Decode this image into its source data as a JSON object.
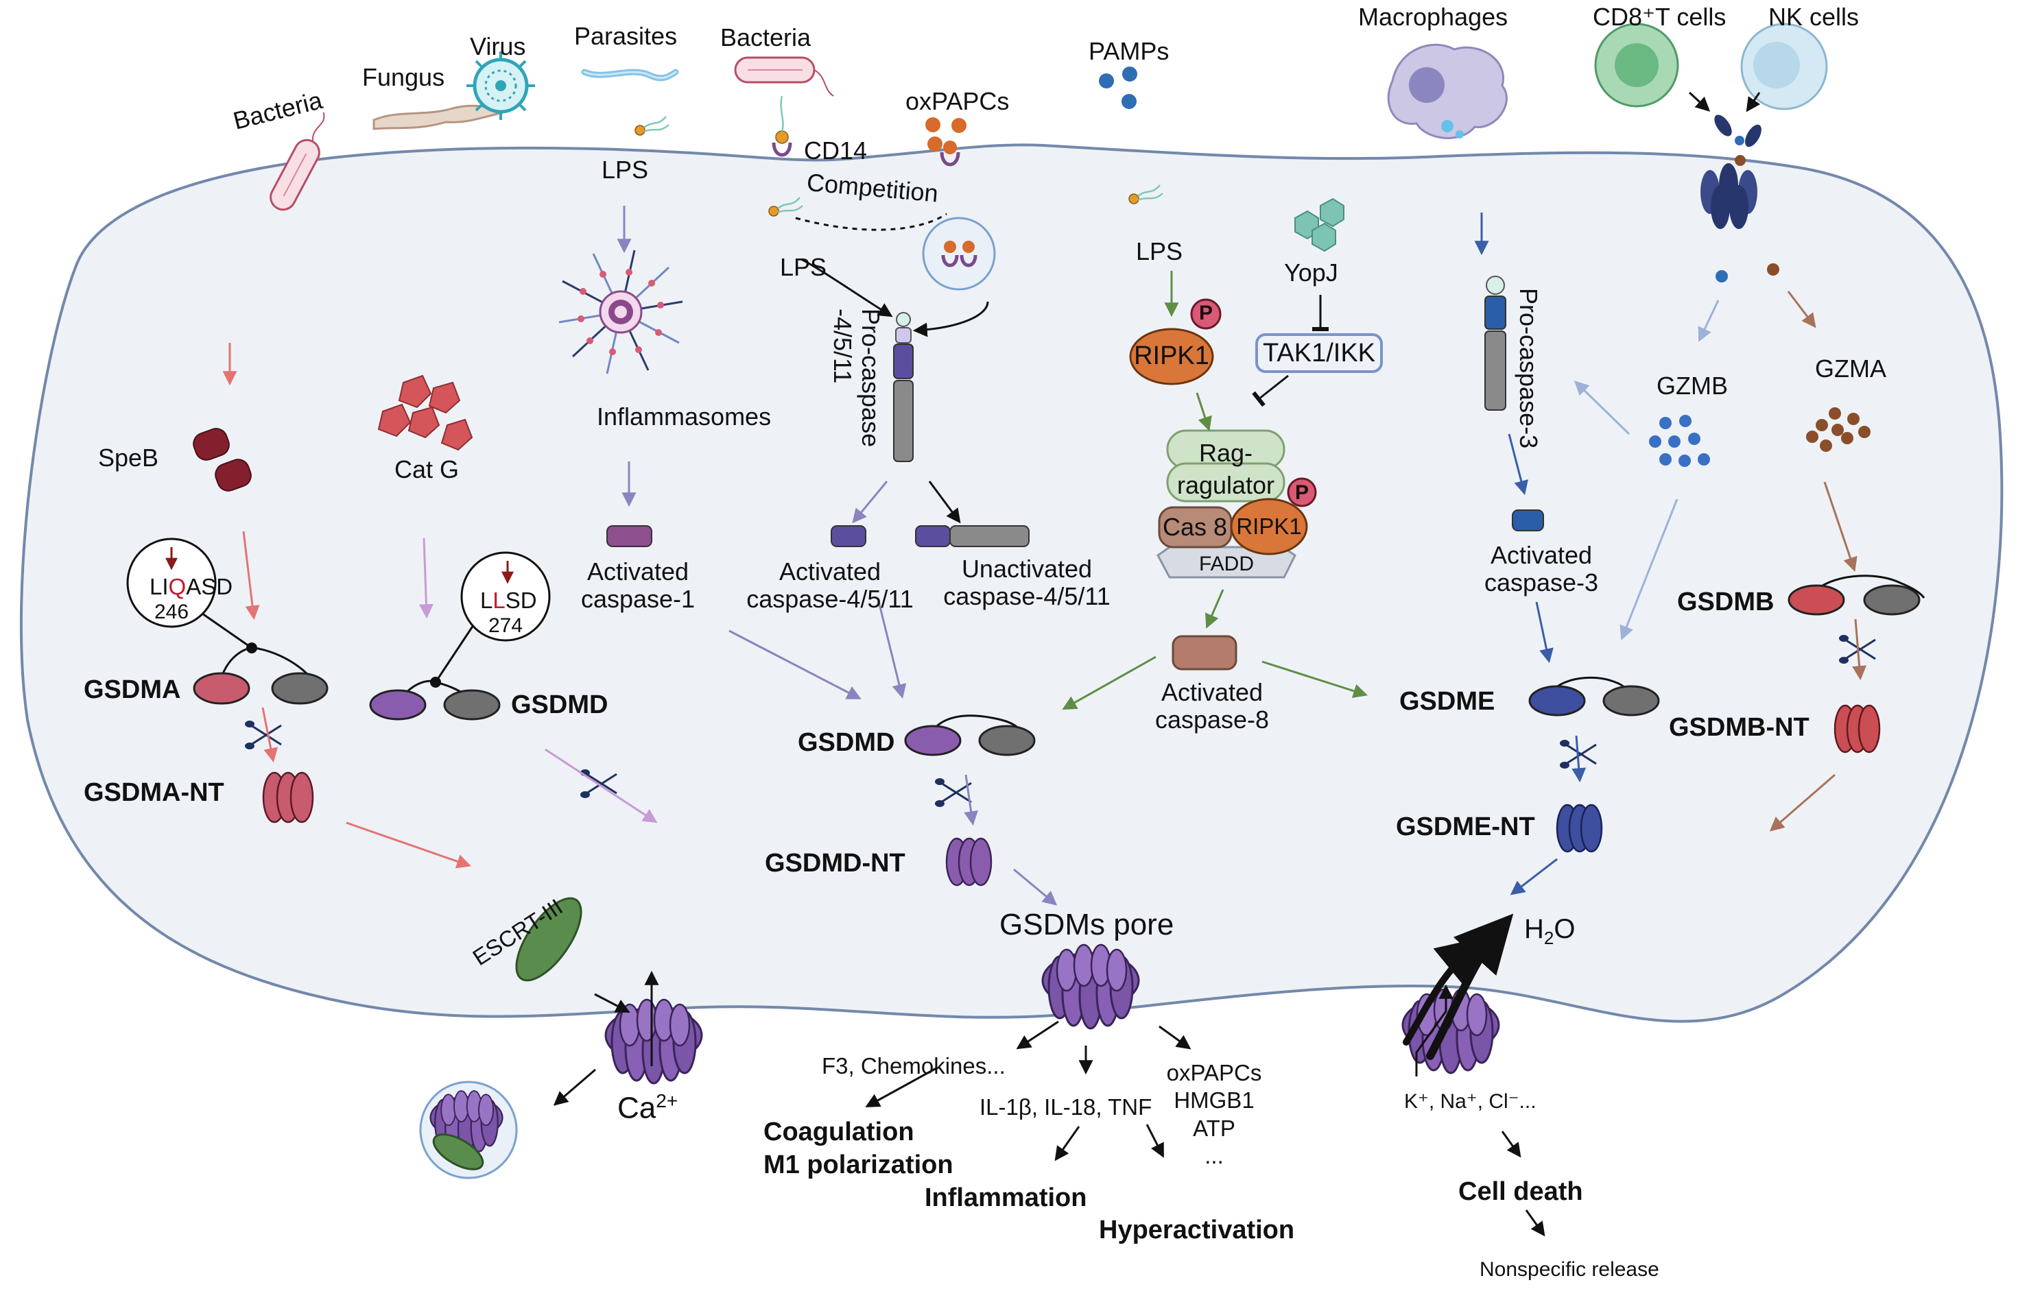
{
  "labels": {
    "bacteria_left": "Bacteria",
    "fungus": "Fungus",
    "virus": "Virus",
    "parasites": "Parasites",
    "bacteria_top": "Bacteria",
    "cd14": "CD14",
    "oxpapcs_top": "oxPAPCs",
    "pamps": "PAMPs",
    "macrophages": "Macrophages",
    "cd8_t_cells": "CD8⁺T cells",
    "nk_cells": "NK cells",
    "lps_1": "LPS",
    "competition": "Competition",
    "lps_2": "LPS",
    "lps_3": "LPS",
    "yopj": "YopJ",
    "p_1": "P",
    "p_2": "P",
    "ripk1_1": "RIPK1",
    "tak1_ikk": "TAK1/IKK",
    "rag_ragulator": "Rag-\nragulator",
    "cas8": "Cas 8",
    "ripk1_2": "RIPK1",
    "fadd": "FADD",
    "inflammasomes": "Inflammasomes",
    "pro_caspase_4511": "Pro-caspase\n-4/5/11",
    "pro_caspase_3": "Pro-caspase-3",
    "speb": "SpeB",
    "cat_g": "Cat G",
    "gzmb": "GZMB",
    "gzma": "GZMA",
    "liqasd_pre": "LI",
    "liqasd_q": "Q",
    "liqasd_post": "ASD",
    "liqasd_num": "246",
    "llsd_pre": "L",
    "llsd_l": "L",
    "llsd_post": "SD",
    "llsd_num": "274",
    "activated_caspase_1": "Activated\ncaspase-1",
    "activated_caspase_4511": "Activated\ncaspase-4/5/11",
    "unactivated_caspase_4511": "Unactivated\ncaspase-4/5/11",
    "activated_caspase_3": "Activated\ncaspase-3",
    "activated_caspase_8": "Activated\ncaspase-8",
    "gsdma": "GSDMA",
    "gsdmd_left": "GSDMD",
    "gsdmd_center": "GSDMD",
    "gsdme": "GSDME",
    "gsdmb": "GSDMB",
    "gsdma_nt": "GSDMA-NT",
    "gsdmd_nt": "GSDMD-NT",
    "gsdme_nt": "GSDME-NT",
    "gsdmb_nt": "GSDMB-NT",
    "gsdms_pore": "GSDMs pore",
    "escrt_iii": "ESCRT-III",
    "ca2": "Ca",
    "ca2_sup": "2+",
    "h2o_h": "H",
    "h2o_sub": "2",
    "h2o_o": "O",
    "ions": "K⁺, Na⁺, Cl⁻...",
    "f3_chemokines": "F3, Chemokines...",
    "il_list": "IL-1β, IL-18, TNF",
    "oxpapcs_list": "oxPAPCs\nHMGB1\nATP\n...",
    "coagulation": "Coagulation\nM1 polarization",
    "inflammation": "Inflammation",
    "hyperactivation": "Hyperactivation",
    "cell_death": "Cell death",
    "nonspecific_release": "Nonspecific release"
  },
  "colors": {
    "cell_fill": "#eef2f6",
    "cell_border": "#7388ab",
    "gsdma": "#c95b6e",
    "gsdmd": "#8a5cae",
    "gsdme": "#3e4fa0",
    "gsdmb": "#cc4e55",
    "gsdm_c": "#707070",
    "speb": "#84202d",
    "catg": "#d4555a",
    "ripk1": "#d9763a",
    "rag": "#cfe3c8",
    "cas8": "#b88a78",
    "caspase_active": "#5c4e9e",
    "caspase1": "#8e4f8e",
    "caspase3": "#2a5ea8",
    "caspase8": "#b37c6c",
    "escrt": "#5a8d4d",
    "gzmb": "#3a70c4",
    "gzma": "#8a4e2a",
    "arrow_red": "#e47373",
    "arrow_pink": "#c89ad6",
    "arrow_purple": "#8a84c0",
    "arrow_green": "#5e8e43",
    "arrow_blue": "#3a5fa8",
    "arrow_lightblue": "#9cb2d8",
    "arrow_brown": "#a9725a"
  },
  "icons": [
    "bacteria-icon",
    "fungus-icon",
    "virus-icon",
    "parasite-icon",
    "macrophage-icon",
    "cd8-t-cell-icon",
    "nk-cell-icon",
    "lps-icon",
    "scissors-icon",
    "pore-icon"
  ]
}
